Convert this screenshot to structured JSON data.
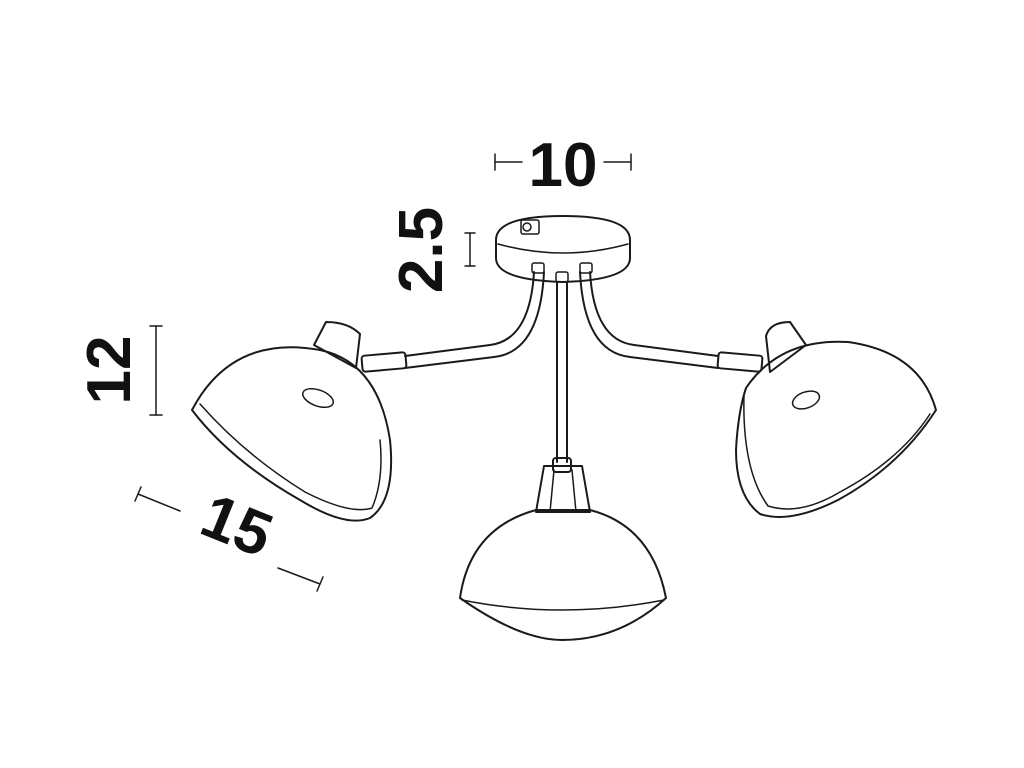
{
  "dimensions": {
    "canopy_width": "10",
    "canopy_height": "2.5",
    "shade_height": "12",
    "shade_diameter": "15"
  },
  "colors": {
    "line": "#1a1a1a",
    "background": "#ffffff"
  }
}
